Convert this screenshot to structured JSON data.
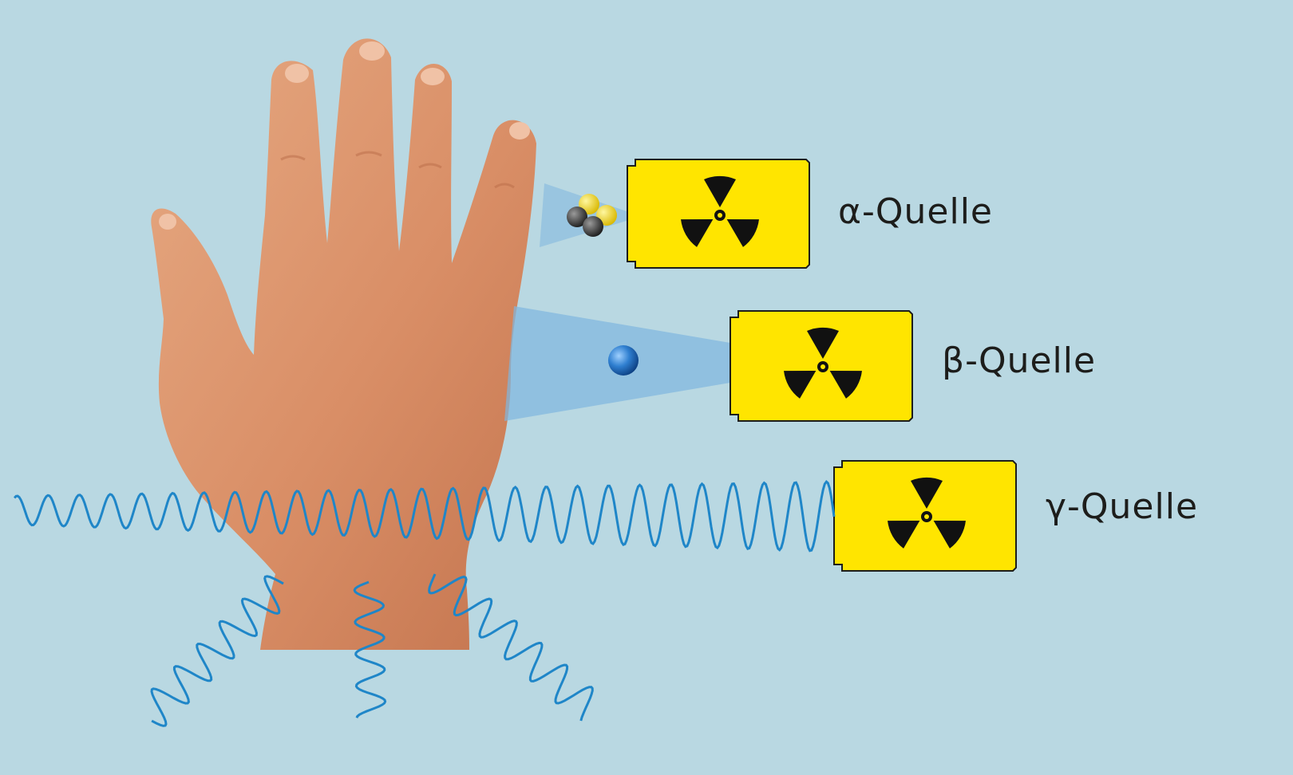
{
  "labels": {
    "alpha": "α-Quelle",
    "beta": "β-Quelle",
    "gamma": "γ-Quelle"
  },
  "colors": {
    "background": "#b9d8e2",
    "source_box": "#ffe500",
    "radiation_symbol": "#111111",
    "beam": "#7fb7df",
    "wave": "#1f86c8",
    "skin": "#d9926a",
    "electron": "#1f6fc4",
    "proton": "#f3d21b",
    "neutron": "#3a3a3a"
  },
  "icons": {
    "source": "radiation-trefoil-icon",
    "alpha_particle": "alpha-particle-icon",
    "beta_particle": "electron-icon",
    "gamma_ray": "wave-icon"
  }
}
